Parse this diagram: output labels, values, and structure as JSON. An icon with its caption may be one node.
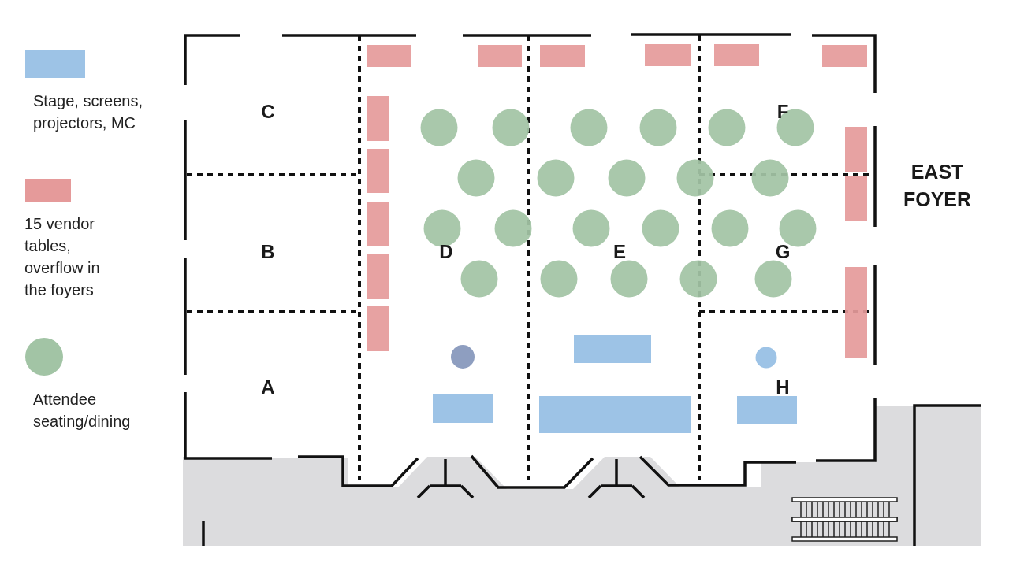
{
  "diagram": {
    "labels": [
      "C",
      "F",
      "EAST FOYER",
      "B",
      "D",
      "E",
      "G",
      "A",
      "H"
    ],
    "legend": [
      {
        "text": "Stage, screens, projectors, MC",
        "color": "#9dc3e6"
      },
      {
        "text": "15 vendor tables, overflow in the foyers",
        "color": "#e59a9a"
      },
      {
        "text": "Attendee seating/dining",
        "color": "#a2c4a5"
      }
    ]
  }
}
